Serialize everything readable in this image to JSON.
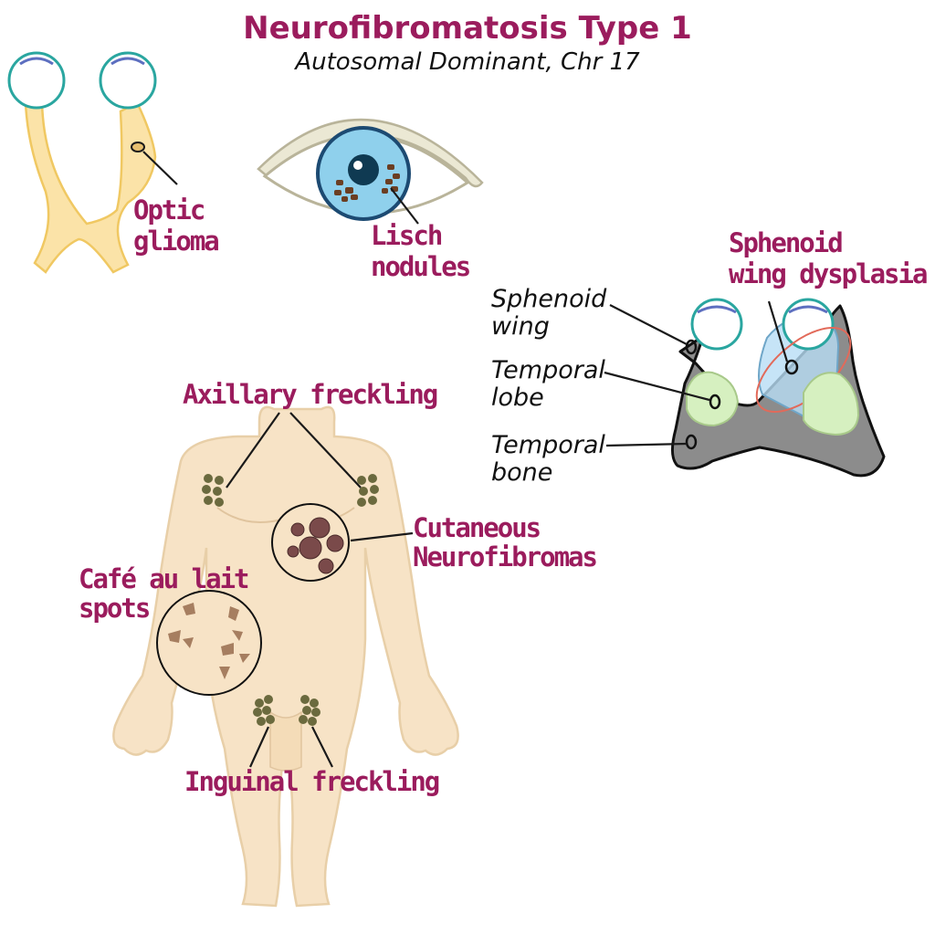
{
  "title": "Neurofibromatosis Type 1",
  "subtitle": "Autosomal Dominant, Chr 17",
  "labels": {
    "optic_glioma_1": "Optic",
    "optic_glioma_2": "glioma",
    "lisch_1": "Lisch",
    "lisch_2": "nodules",
    "sphenoid_dysplasia_1": "Sphenoid",
    "sphenoid_dysplasia_2": "wing dysplasia",
    "sphenoid_wing_1": "Sphenoid",
    "sphenoid_wing_2": "wing",
    "temporal_lobe_1": "Temporal",
    "temporal_lobe_2": "lobe",
    "temporal_bone_1": "Temporal",
    "temporal_bone_2": "bone",
    "axillary": "Axillary freckling",
    "cutaneous_1": "Cutaneous",
    "cutaneous_2": "Neurofibromas",
    "cafe_1": "Café au lait",
    "cafe_2": "spots",
    "inguinal": "Inguinal freckling"
  },
  "colors": {
    "accent": "#9b1c5d",
    "skin": "#f7e3c6",
    "optic_nerve": "#fbe3a8",
    "iris": "#8fd0ec",
    "bone": "#8c8c8c",
    "brain": "#d6f0c0",
    "freckle": "#6b6a3e",
    "nodule": "#7a4a4a"
  }
}
